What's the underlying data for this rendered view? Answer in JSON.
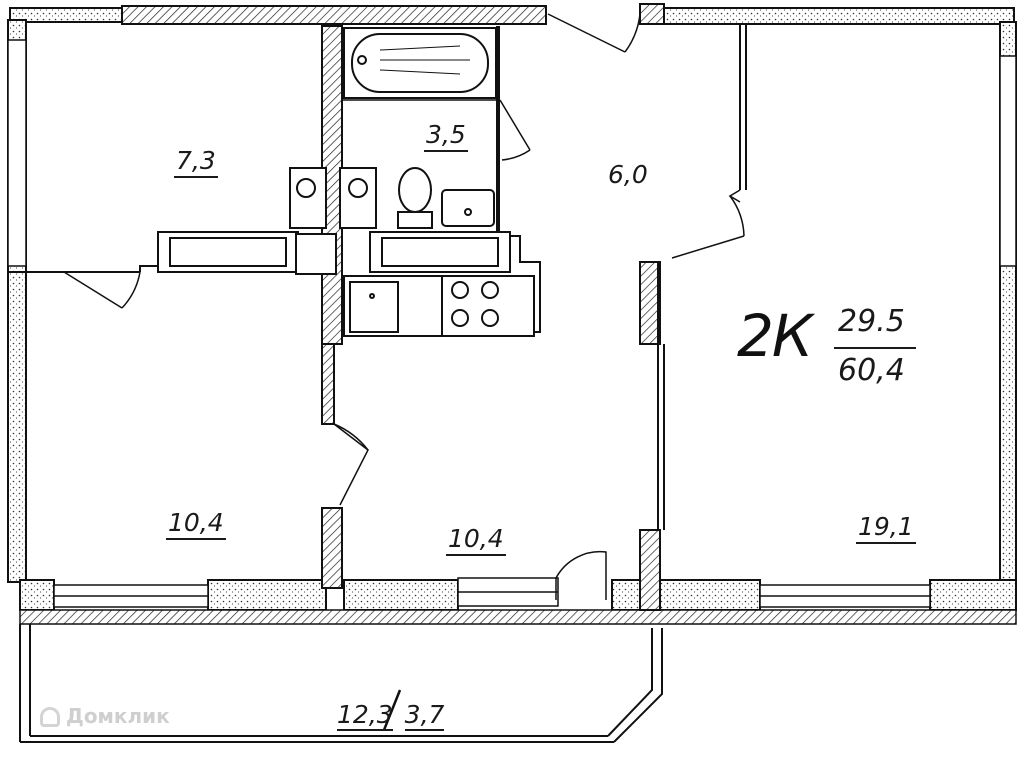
{
  "plan": {
    "type_code": "2К",
    "living_area": "29.5",
    "total_area": "60,4",
    "rooms": [
      {
        "name": "room-top-left",
        "area": "7,3"
      },
      {
        "name": "bathroom",
        "area": "3,5"
      },
      {
        "name": "hallway",
        "area": "6,0"
      },
      {
        "name": "bedroom-left",
        "area": "10,4"
      },
      {
        "name": "kitchen",
        "area": "10,4"
      },
      {
        "name": "living-room",
        "area": "19,1"
      }
    ],
    "balcony": {
      "area_full": "12,3",
      "area_reduced": "3,7"
    }
  },
  "watermark": "Домклик"
}
